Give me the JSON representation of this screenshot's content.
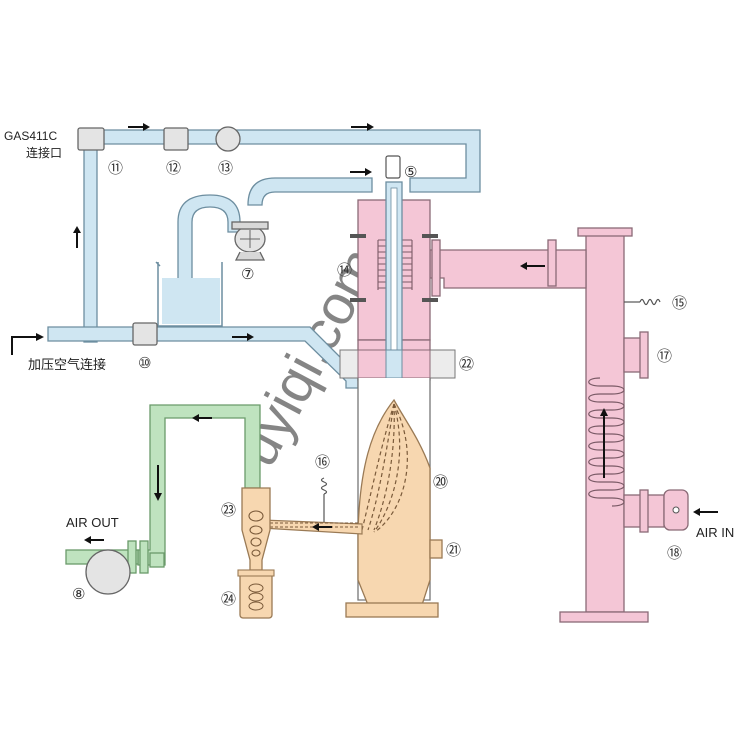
{
  "labels": {
    "gas_port_line1": "GAS411C",
    "gas_port_line2": "连接口",
    "pressurized_air": "加压空气连接",
    "air_out": "AIR  OUT",
    "air_in": "AIR  IN",
    "watermark": "uyiqi.com"
  },
  "markers": {
    "m5": "⑤",
    "m7": "⑦",
    "m8": "⑧",
    "m10": "⑩",
    "m11": "⑪",
    "m12": "⑫",
    "m13": "⑬",
    "m14": "⑭",
    "m15": "⑮",
    "m16": "⑯",
    "m17": "⑰",
    "m18": "⑱",
    "m20": "⑳",
    "m21": "㉑",
    "m22": "㉒",
    "m23": "㉓",
    "m24": "㉔"
  },
  "colors": {
    "gas_line": "#cfe6f2",
    "gas_outline": "#6d8ea0",
    "hot_air": "#f4c6d6",
    "hot_outline": "#8a6a76",
    "exhaust": "#bfe3bf",
    "exhaust_outline": "#6a9a6a",
    "chamber": "#f7d7b0",
    "chamber_outline": "#9a7a55",
    "component_fill": "#e4e4e4"
  }
}
